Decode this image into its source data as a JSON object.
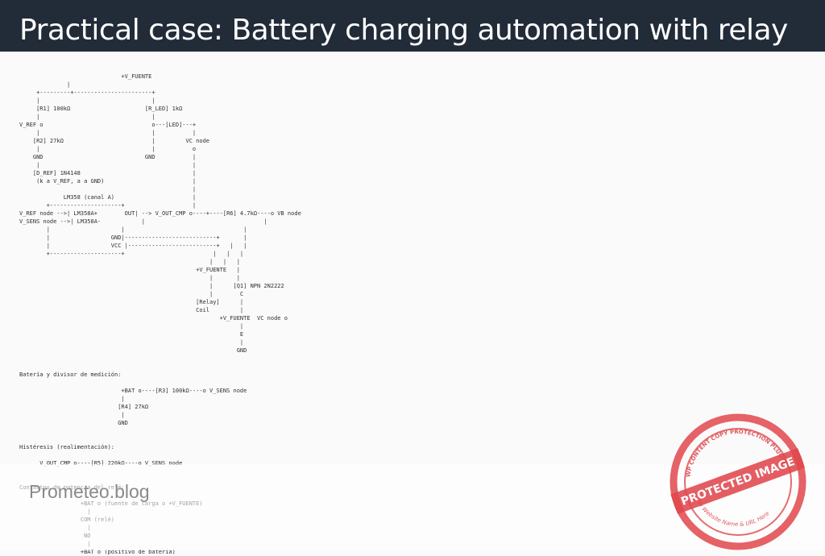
{
  "header": {
    "title": "Practical case: Battery charging automation with relay"
  },
  "schematic_lines": [
    "                              +V_FUENTE",
    "              |",
    "     +---------+-----------------------+",
    "     |                                 |",
    "     [R1] 100kΩ                      [R_LED] 1kΩ",
    "     |                                 |",
    "V_REF o                                o---[LED]---+",
    "     |                                 |           |",
    "    [R2] 27kΩ                          |         VC node",
    "     |                                 |           o",
    "    GND                              GND           |",
    "     |                                             |",
    "    [D_REF] 1N4148                                 |",
    "     (k a V_REF, a a GND)                          |",
    "                                                   |",
    "             LM358 (canal A)                       |",
    "        +---------------------+                    |",
    "V_REF node -->| LM358A+        OUT| --> V_OUT_CMP o----+----[R6] 4.7kΩ----o VB node",
    "V_SENS node -->| LM358A-            |                                   |",
    "        |                     |                                   |",
    "        |                  GND|---------------------------+       |",
    "        |                  VCC |--------------------------+   |   |",
    "        +---------------------+                          |   |   |",
    "                                                        |   |   |",
    "                                                    +V_FUENTE   |",
    "                                                        |       |",
    "                                                        |      [Q1] NPN 2N2222",
    "                                                        |        C",
    "                                                    [Relay]      |",
    "                                                    Coil         |",
    "                                                           +V_FUENTE  VC node o",
    "                                                                 |",
    "                                                                 E",
    "                                                                 |",
    "                                                                GND",
    "",
    "",
    "Batería y divisor de medición:",
    "",
    "                              +BAT o----[R3] 100kΩ----o V_SENS node",
    "                              |",
    "                             [R4] 27kΩ",
    "                              |",
    "                             GND",
    "",
    "",
    "Histéresis (realimentación):",
    "",
    "      V_OUT_CMP o----[R5] 220kΩ----o V_SENS node",
    "",
    "",
    "Contactos de potencia del relé:",
    "",
    "                  +BAT o (fuente de carga o +V_FUENTE)",
    "                    |",
    "                  COM (relé)",
    "                    |",
    "                   NO",
    "                    |",
    "                  +BAT o (positivo de batería)"
  ],
  "watermark": {
    "brand": "Prometeo.blog",
    "stamp_center_text": "PROTECTED IMAGE",
    "stamp_ring_text": "WP CONTENT COPY PROTECTION PLUGIN",
    "stamp_bottom_text": "My Website Name & URL Here",
    "stamp_color": "#e0474c"
  }
}
